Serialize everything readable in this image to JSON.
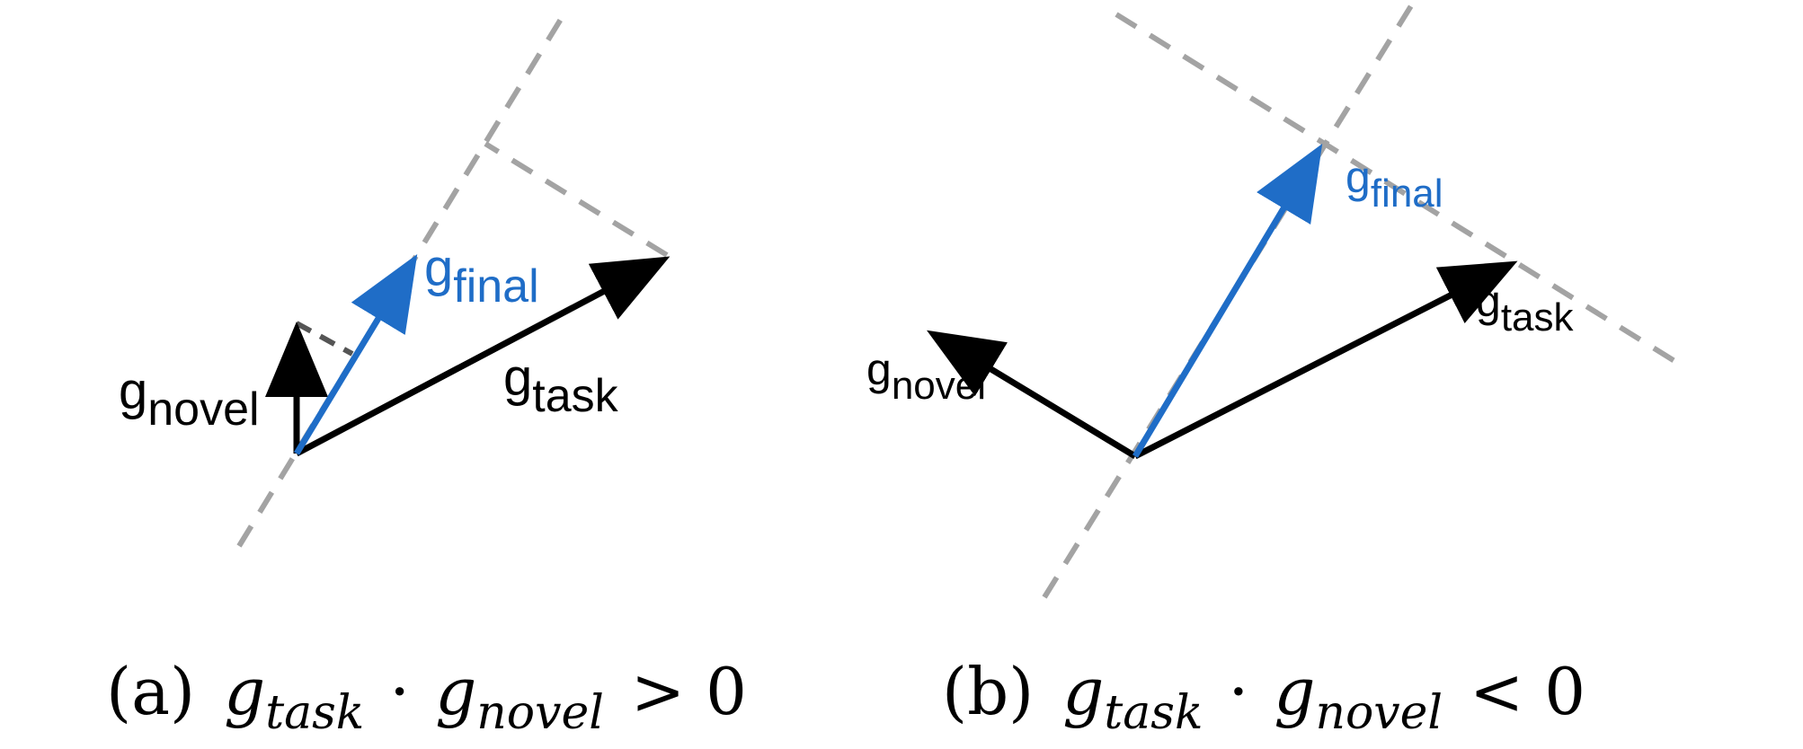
{
  "colors": {
    "black_vector": "#000000",
    "final_vector": "#1f6dc7",
    "guide_line": "#a3a3a3",
    "projection_line": "#555555"
  },
  "panel_a": {
    "labels": {
      "g_novel": {
        "base": "g",
        "sub": "novel"
      },
      "g_final": {
        "base": "g",
        "sub": "final"
      },
      "g_task": {
        "base": "g",
        "sub": "task"
      }
    },
    "caption": {
      "tag": "(a)",
      "g1": "g",
      "s1": "task",
      "op": "·",
      "g2": "g",
      "s2": "novel",
      "rel": "> 0"
    }
  },
  "panel_b": {
    "labels": {
      "g_novel": {
        "base": "g",
        "sub": "novel"
      },
      "g_final": {
        "base": "g",
        "sub": "final"
      },
      "g_task": {
        "base": "g",
        "sub": "task"
      }
    },
    "caption": {
      "tag": "(b)",
      "g1": "g",
      "s1": "task",
      "op": "·",
      "g2": "g",
      "s2": "novel",
      "rel": "< 0"
    }
  }
}
